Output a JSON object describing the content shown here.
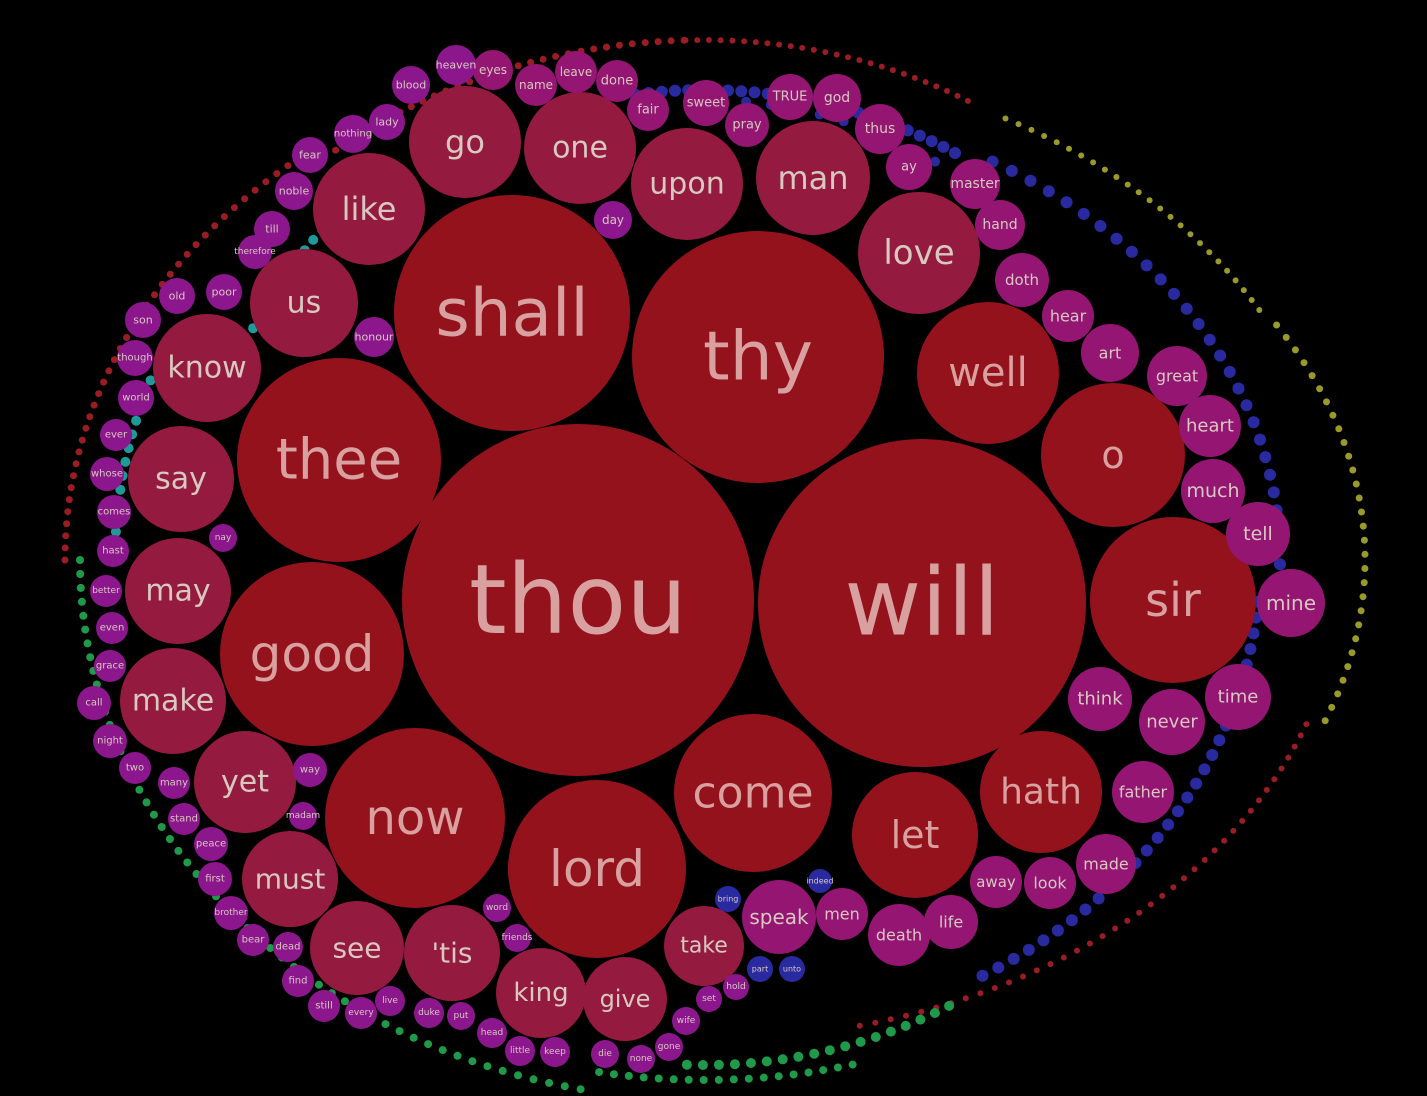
{
  "colors": {
    "background": "#000000",
    "large": "#94121c",
    "medium": "#941a40",
    "small": "#941672",
    "tiny": "#8c168c",
    "blue": "#2a2aa0",
    "teal": "#1f9a9a",
    "green": "#1f9a4a",
    "red": "#9a1c24",
    "orange": "#c0582a",
    "olive": "#9a9a2a",
    "label": "#d8c8c0"
  },
  "words": {
    "thou": "thou",
    "will": "will",
    "thy": "thy",
    "shall": "shall",
    "thee": "thee",
    "good": "good",
    "lord": "lord",
    "now": "now",
    "come": "come",
    "sir": "sir",
    "well": "well",
    "o": "o",
    "let": "let",
    "hath": "hath",
    "upon": "upon",
    "one": "one",
    "man": "man",
    "love": "love",
    "go": "go",
    "like": "like",
    "us": "us",
    "know": "know",
    "say": "say",
    "may": "may",
    "make": "make",
    "yet": "yet",
    "must": "must",
    "see": "see",
    "tis": "'tis",
    "king": "king",
    "give": "give",
    "take": "take",
    "speak": "speak",
    "men": "men",
    "death": "death",
    "life": "life",
    "away": "away",
    "look": "look",
    "made": "made",
    "father": "father",
    "never": "never",
    "time": "time",
    "think": "think",
    "mine": "mine",
    "tell": "tell",
    "much": "much",
    "heart": "heart",
    "great": "great",
    "art": "art",
    "hear": "hear",
    "doth": "doth",
    "hand": "hand",
    "master": "master",
    "ay": "ay",
    "thus": "thus",
    "god": "god",
    "true": "TRUE",
    "pray": "pray",
    "sweet": "sweet",
    "fair": "fair",
    "done": "done",
    "leave": "leave",
    "name": "name",
    "eyes": "eyes",
    "heaven": "heaven",
    "blood": "blood",
    "lady": "lady",
    "nothing": "nothing",
    "fear": "fear",
    "noble": "noble",
    "till": "till",
    "therefore": "therefore",
    "poor": "poor",
    "old": "old",
    "son": "son",
    "though": "though",
    "world": "world",
    "ever": "ever",
    "whose": "whose",
    "comes": "comes",
    "hast": "hast",
    "better": "better",
    "even": "even",
    "grace": "grace",
    "call": "call",
    "night": "night",
    "two": "two",
    "many": "many",
    "stand": "stand",
    "peace": "peace",
    "first": "first",
    "brother": "brother",
    "bear": "bear",
    "dead": "dead",
    "find": "find",
    "still": "still",
    "every": "every",
    "live": "live",
    "duke": "duke",
    "put": "put",
    "head": "head",
    "little": "little",
    "keep": "keep",
    "die": "die",
    "none": "none",
    "gone": "gone",
    "wife": "wife",
    "set": "set",
    "hold": "hold",
    "part": "part",
    "unto": "unto",
    "bring": "bring",
    "indeed": "indeed",
    "way": "way",
    "madam": "madam",
    "nay": "nay",
    "honour": "honour",
    "day": "day",
    "word": "word",
    "friends": "friends"
  }
}
